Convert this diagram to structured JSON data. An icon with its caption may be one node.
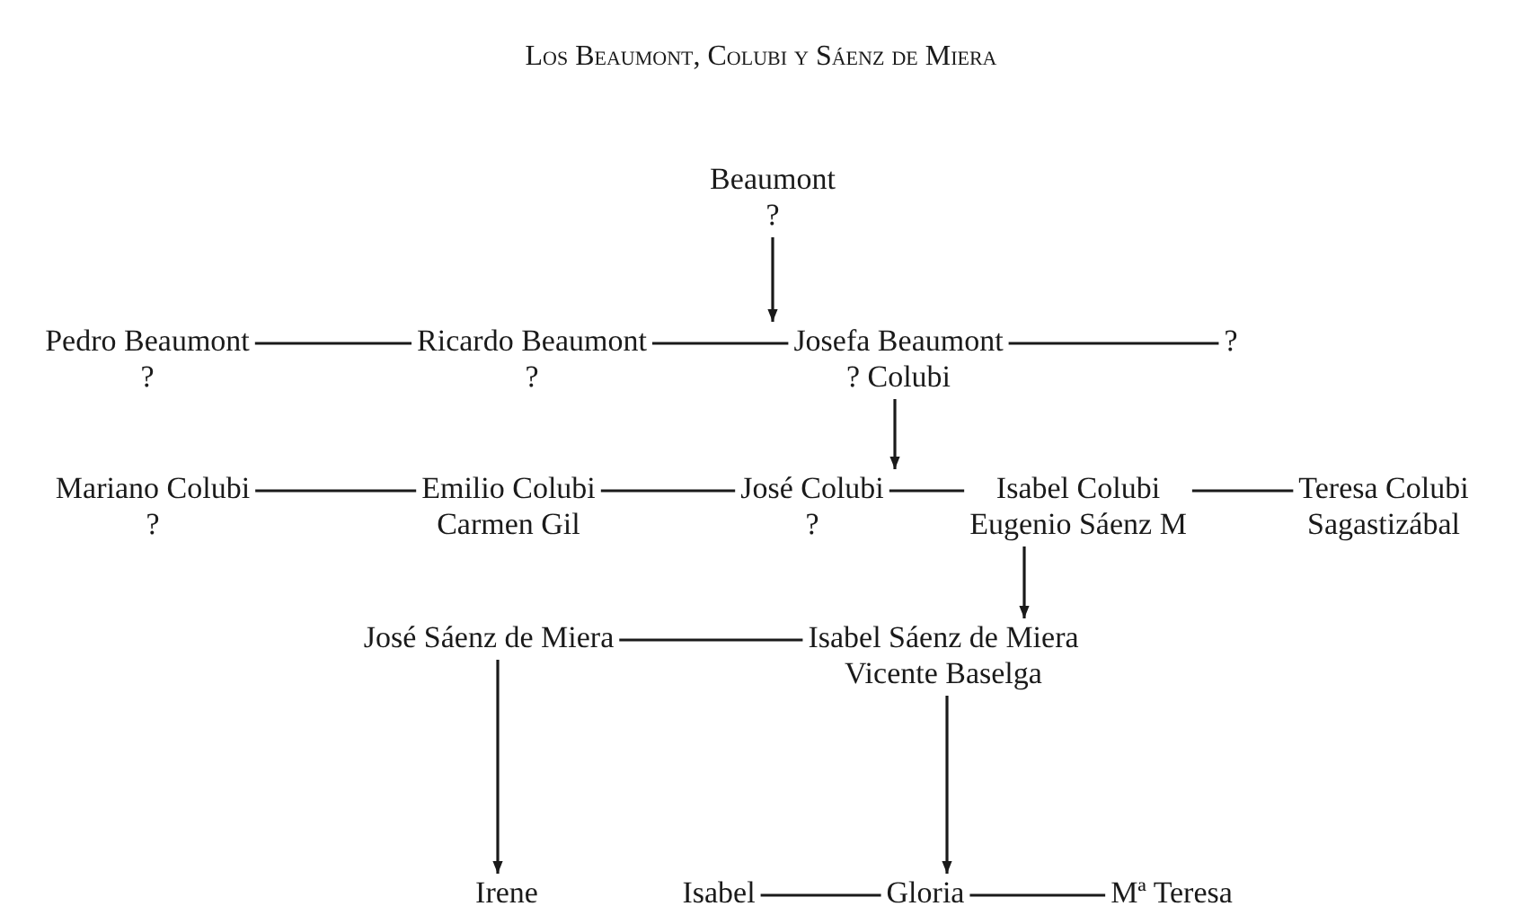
{
  "diagram": {
    "title": "Los Beaumont, Colubi y Sáenz de Miera",
    "nodes": [
      {
        "text": [
          "Beaumont",
          "?"
        ]
      },
      {
        "text": [
          "Pedro Beaumont",
          "?"
        ]
      },
      {
        "text": [
          "Ricardo Beaumont",
          "?"
        ]
      },
      {
        "text": [
          "Josefa Beaumont",
          "? Colubi"
        ]
      },
      {
        "text": [
          "?"
        ]
      },
      {
        "text": [
          "Mariano Colubi",
          "?"
        ]
      },
      {
        "text": [
          "Emilio Colubi",
          "Carmen Gil"
        ]
      },
      {
        "text": [
          "José Colubi",
          "?"
        ]
      },
      {
        "text": [
          "Isabel Colubi",
          "Eugenio Sáenz M"
        ]
      },
      {
        "text": [
          "Teresa Colubi",
          "Sagastizábal"
        ]
      },
      {
        "text": [
          "José Sáenz de Miera"
        ]
      },
      {
        "text": [
          "Isabel Sáenz de Miera",
          "Vicente Baselga"
        ]
      },
      {
        "text": [
          "Irene"
        ]
      },
      {
        "text": [
          "Isabel"
        ]
      },
      {
        "text": [
          "Gloria"
        ]
      },
      {
        "text": [
          "Mª Teresa"
        ]
      }
    ],
    "edges": [
      {
        "from": 0,
        "to": 3,
        "arrow": "to"
      },
      {
        "from": 1,
        "to": 2,
        "arrow": "none"
      },
      {
        "from": 2,
        "to": 3,
        "arrow": "none"
      },
      {
        "from": 3,
        "to": 4,
        "arrow": "none"
      },
      {
        "from": 3,
        "to": 7,
        "arrow": "to"
      },
      {
        "from": 5,
        "to": 6,
        "arrow": "none"
      },
      {
        "from": 6,
        "to": 7,
        "arrow": "none"
      },
      {
        "from": 7,
        "to": 8,
        "arrow": "none"
      },
      {
        "from": 8,
        "to": 9,
        "arrow": "none"
      },
      {
        "from": 8,
        "to": 11,
        "arrow": "to"
      },
      {
        "from": 10,
        "to": 11,
        "arrow": "none"
      },
      {
        "from": 10,
        "to": 12,
        "arrow": "to"
      },
      {
        "from": 11,
        "to": 14,
        "arrow": "to"
      },
      {
        "from": 13,
        "to": 14,
        "arrow": "none"
      },
      {
        "from": 14,
        "to": 15,
        "arrow": "none"
      }
    ]
  }
}
